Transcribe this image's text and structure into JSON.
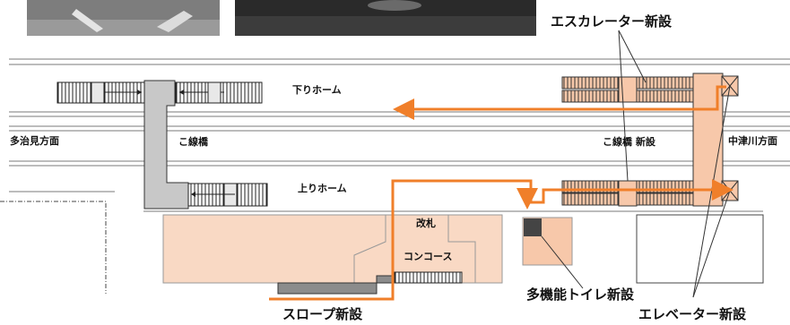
{
  "labels": {
    "escalator_new": "エスカレーター新設",
    "down_platform": "下りホーム",
    "up_platform": "上りホーム",
    "tajimi_direction": "多治見方面",
    "nakatsugawa_direction": "中津川方面",
    "bridge": "こ線橋",
    "bridge_new": "こ線橋 新設",
    "ticket_gate": "改札",
    "concourse": "コンコース",
    "multipurpose_toilet_new": "多機能トイレ新設",
    "slope_new": "スロープ新設",
    "elevator_new": "エレベーター新設"
  },
  "colors": {
    "route": "#f07f2a",
    "new_structure": "#f7c8aa",
    "concourse": "#f9d9c4",
    "existing_bridge": "#c8c8c8",
    "toilet_dark": "#444444"
  }
}
